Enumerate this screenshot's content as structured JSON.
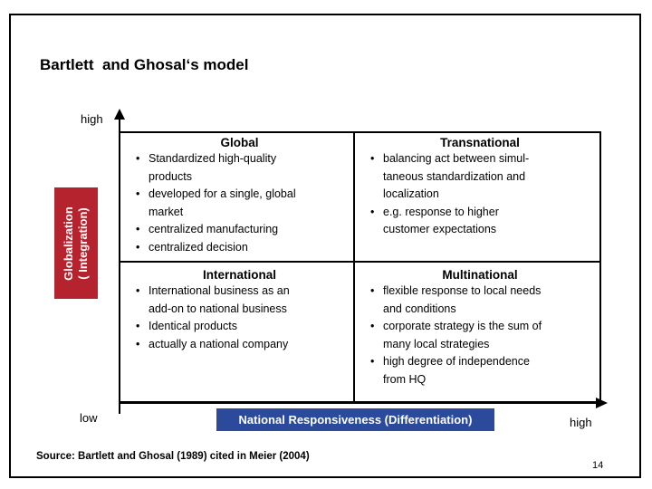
{
  "slide": {
    "title": "Bartlett  and Ghosal‘s model",
    "source": "Source: Bartlett and Ghosal (1989) cited in Meier (2004)",
    "page_number": "14"
  },
  "axes": {
    "y_label": "Globalization\n( Integration)",
    "y_high": "high",
    "origin_low": "low",
    "x_label": "National Responsiveness (Differentiation)",
    "x_high": "high"
  },
  "colors": {
    "y_label_bg": "#B5242E",
    "x_label_bg": "#2B4A9B",
    "axis_color": "#000000",
    "text_color": "#000000"
  },
  "matrix": {
    "quadrants": [
      {
        "id": "global",
        "title": "Global",
        "bullets": [
          "Standardized high-quality\nproducts",
          "developed for a single, global\nmarket",
          "centralized manufacturing",
          "centralized decision"
        ]
      },
      {
        "id": "transnational",
        "title": "Transnational",
        "bullets": [
          "balancing act between simul-\ntaneous standardization and\nlocalization",
          "e.g. response to higher\ncustomer expectations"
        ]
      },
      {
        "id": "international",
        "title": "International",
        "bullets": [
          "International business as an\nadd-on to national business",
          "Identical products",
          "actually a national company"
        ]
      },
      {
        "id": "multinational",
        "title": "Multinational",
        "bullets": [
          "flexible response to local needs\nand conditions",
          "corporate strategy is the sum of\nmany local strategies",
          "high degree of independence\nfrom HQ"
        ]
      }
    ]
  }
}
